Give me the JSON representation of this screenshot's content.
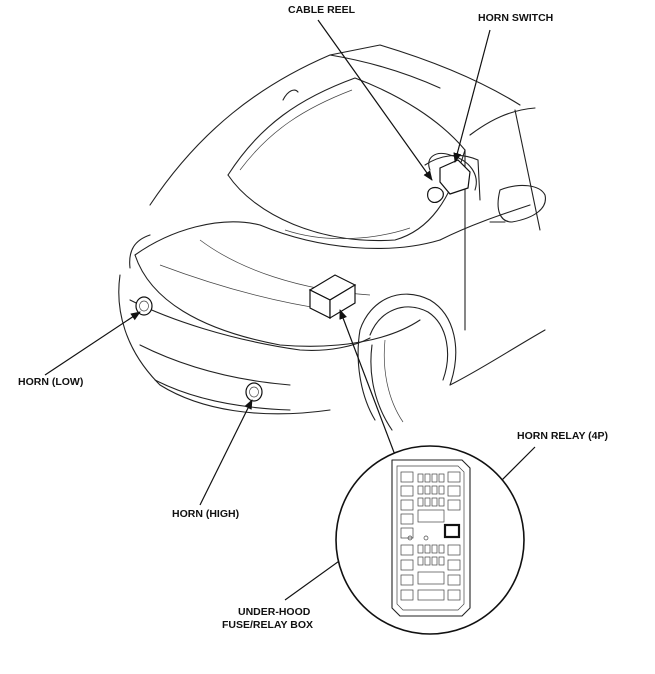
{
  "labels": {
    "cable_reel": "CABLE REEL",
    "horn_switch": "HORN SWITCH",
    "horn_low": "HORN (LOW)",
    "horn_high": "HORN (HIGH)",
    "horn_relay": "HORN RELAY (4P)",
    "fuse_box_line1": "UNDER-HOOD",
    "fuse_box_line2": "FUSE/RELAY BOX"
  },
  "colors": {
    "line": "#222222",
    "background": "#ffffff"
  }
}
